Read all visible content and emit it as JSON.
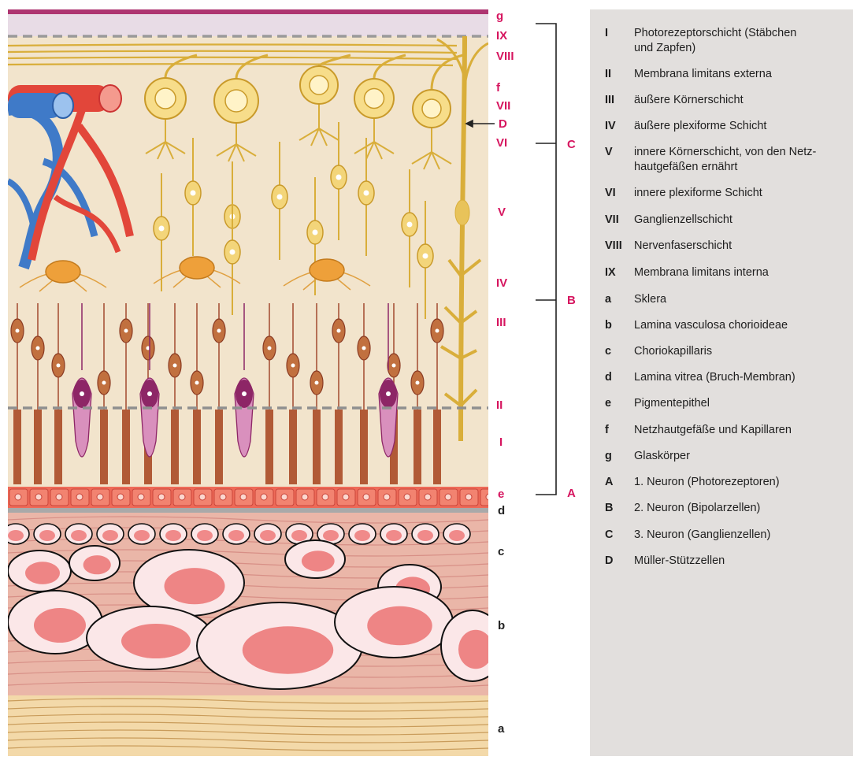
{
  "layer_labels": {
    "g": "g",
    "IX": "IX",
    "VIII": "VIII",
    "f": "f",
    "VII": "VII",
    "D": "D",
    "VI": "VI",
    "V": "V",
    "IV": "IV",
    "III": "III",
    "II": "II",
    "I": "I",
    "e": "e",
    "d": "d",
    "c": "c",
    "b": "b",
    "a": "a"
  },
  "group_labels": {
    "A": "A",
    "B": "B",
    "C": "C"
  },
  "legend": [
    {
      "key": "I",
      "text": "Photorezeptorschicht (Stäbchen",
      "text2": "und Zapfen)"
    },
    {
      "key": "II",
      "text": "Membrana limitans externa"
    },
    {
      "key": "III",
      "text": "äußere Körnerschicht"
    },
    {
      "key": "IV",
      "text": "äußere plexiforme Schicht"
    },
    {
      "key": "V",
      "text": "innere Körnerschicht, von den Netz-",
      "text2": "hautgefäßen ernährt"
    },
    {
      "key": "VI",
      "text": "innere plexiforme Schicht"
    },
    {
      "key": "VII",
      "text": "Ganglienzellschicht"
    },
    {
      "key": "VIII",
      "text": "Nervenfaserschicht"
    },
    {
      "key": "IX",
      "text": "Membrana limitans interna"
    },
    {
      "key": "a",
      "text": "Sklera"
    },
    {
      "key": "b",
      "text": "Lamina vasculosa chorioideae"
    },
    {
      "key": "c",
      "text": "Choriokapillaris"
    },
    {
      "key": "d",
      "text": "Lamina vitrea (Bruch-Membran)"
    },
    {
      "key": "e",
      "text": "Pigmentepithel"
    },
    {
      "key": "f",
      "text": "Netzhautgefäße und Kapillaren"
    },
    {
      "key": "g",
      "text": "Glaskörper"
    },
    {
      "key": "A",
      "text": "1. Neuron (Photorezeptoren)"
    },
    {
      "key": "B",
      "text": "2. Neuron (Bipolarzellen)"
    },
    {
      "key": "C",
      "text": "3. Neuron (Ganglienzellen)"
    },
    {
      "key": "D",
      "text": "Müller-Stützzellen"
    }
  ],
  "colors": {
    "label": "#d6155f",
    "vitreous": "#e8dce6",
    "retina_bg": "#f2e4cc",
    "neuron_yellow": "#d9ae3a",
    "bipolar": "#c1703f",
    "cone": "#8d2666",
    "photoreceptor": "#b15a36",
    "pigment": "#ee6a58",
    "choroid": "#eab6a8",
    "sclera": "#f3d9a9",
    "artery": "#e2463a",
    "vein": "#3f7ac8",
    "legend_bg": "#e2dfdd"
  }
}
